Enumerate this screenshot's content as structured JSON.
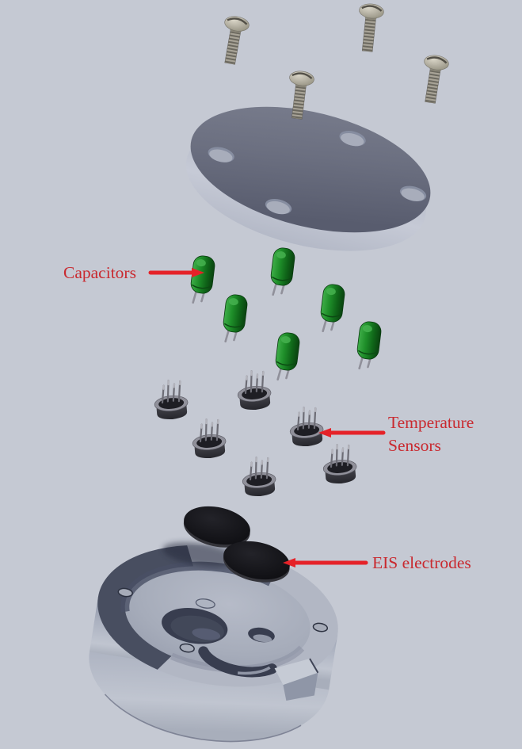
{
  "figure": {
    "type": "exploded-assembly-cad-view",
    "background_color": "#c5c9d3",
    "label_color": "#c9292f",
    "leader_color": "#e52228"
  },
  "labels": {
    "capacitors": "Capacitors",
    "temperature_sensors": "Temperature Sensors",
    "eis_electrodes": "EIS electrodes"
  },
  "parts": {
    "screws": {
      "count": 4
    },
    "cover_plate": {
      "count": 1
    },
    "capacitors": {
      "count": 6,
      "body_color": "#1e8e29"
    },
    "temperature_sensors": {
      "count": 6,
      "body_color": "#3a3a41"
    },
    "eis_electrodes": {
      "count": 2,
      "body_color": "#101014"
    },
    "base_housing": {
      "count": 1
    }
  }
}
